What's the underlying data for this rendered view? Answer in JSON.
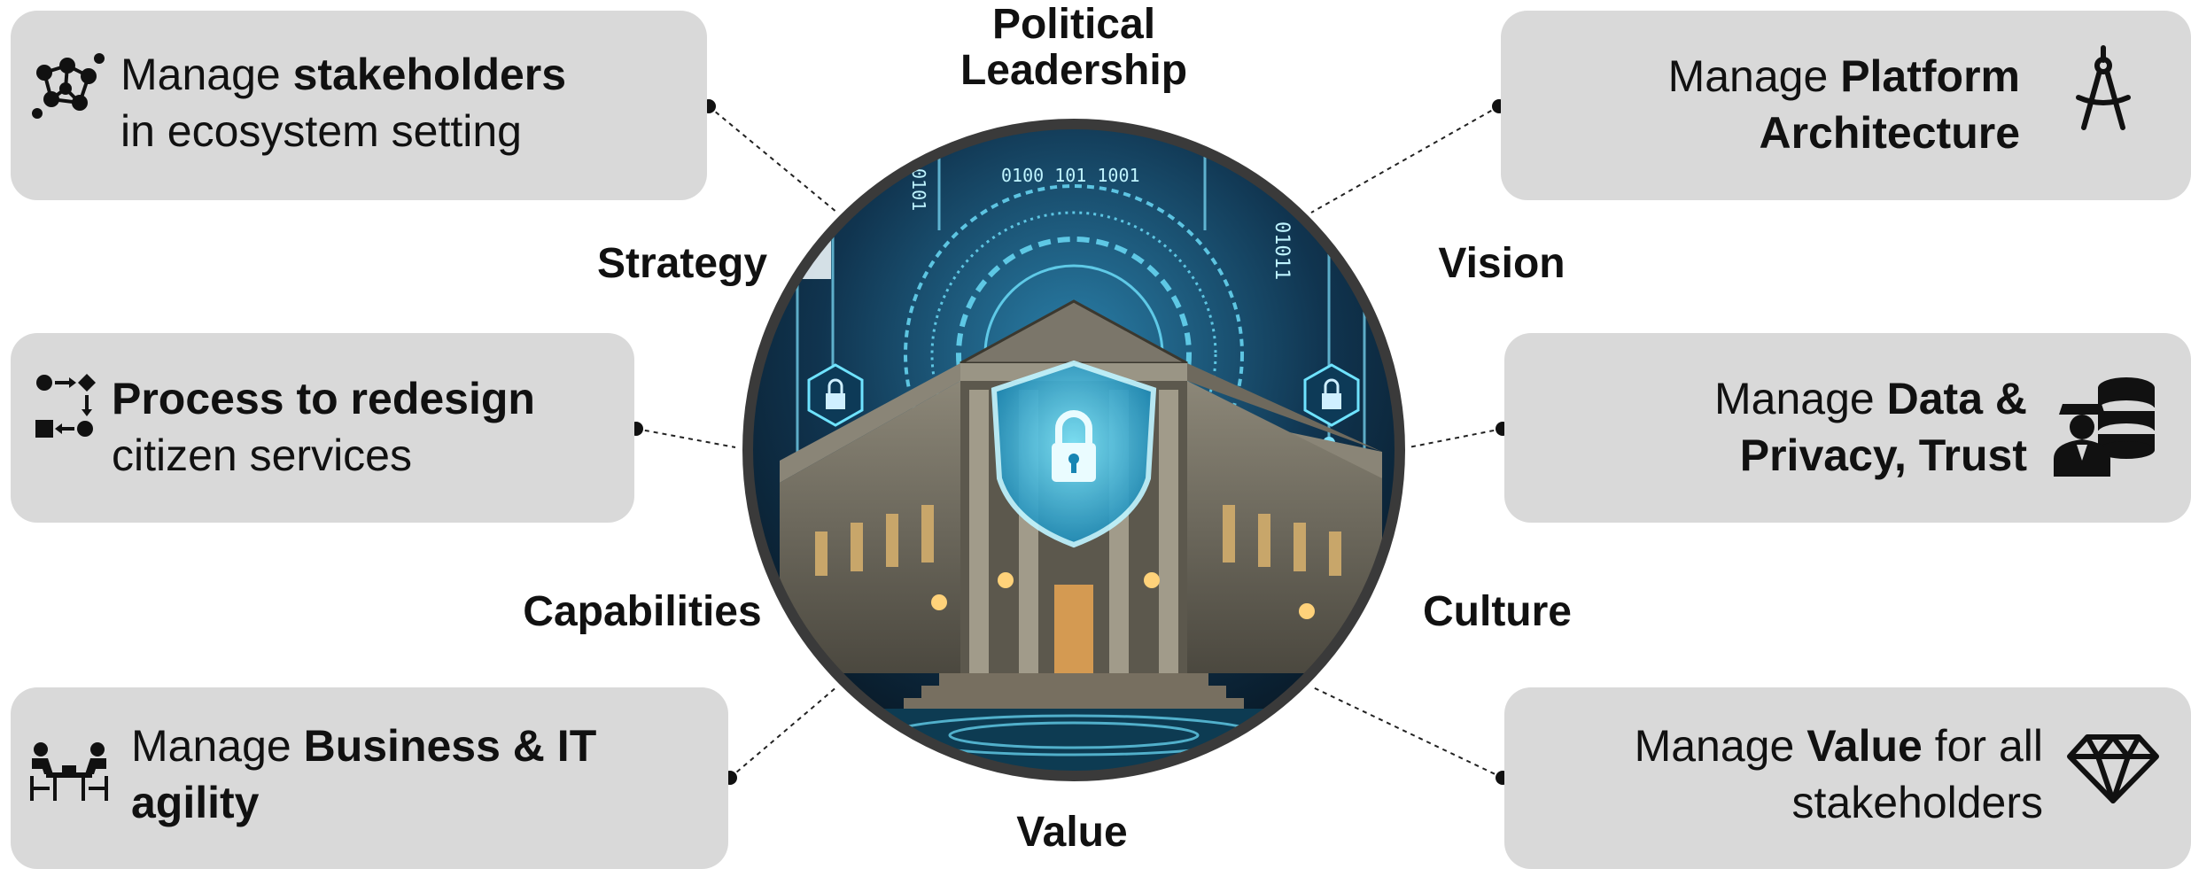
{
  "center": {
    "top_label_line1": "Political",
    "top_label_line2": "Leadership",
    "bottom_label": "Value",
    "left_upper_label": "Strategy",
    "left_lower_label": "Capabilities",
    "right_upper_label": "Vision",
    "right_lower_label": "Culture"
  },
  "cards": {
    "stakeholders": {
      "pre": "Manage ",
      "bold": "stakeholders",
      "line2": "in ecosystem setting",
      "icon": "network-nodes-icon"
    },
    "process": {
      "bold": "Process to redesign",
      "line2": "citizen services",
      "icon": "process-flow-icon"
    },
    "agility": {
      "pre": "Manage ",
      "bold": "Business & IT",
      "line2": "agility",
      "icon": "meeting-icon"
    },
    "platform": {
      "pre": "Manage ",
      "bold": "Platform",
      "line2": "Architecture",
      "icon": "compass-icon"
    },
    "data": {
      "pre": "Manage ",
      "bold": "Data &",
      "line2": "Privacy, Trust",
      "icon": "database-officer-icon"
    },
    "value": {
      "pre": "Manage ",
      "bold": "Value",
      "post": " for all",
      "line2": "stakeholders",
      "icon": "diamond-icon"
    }
  },
  "colors": {
    "card_bg": "#d9d9d9",
    "ring": "#3a3a3a",
    "hub_glow": "#3fd6ff",
    "hub_dark": "#0b1f33",
    "building": "#6d6a5f"
  },
  "hub_image": {
    "binary_text_1": "0100 101 1001",
    "binary_text_2": "01011",
    "binary_text_3": "0101"
  }
}
